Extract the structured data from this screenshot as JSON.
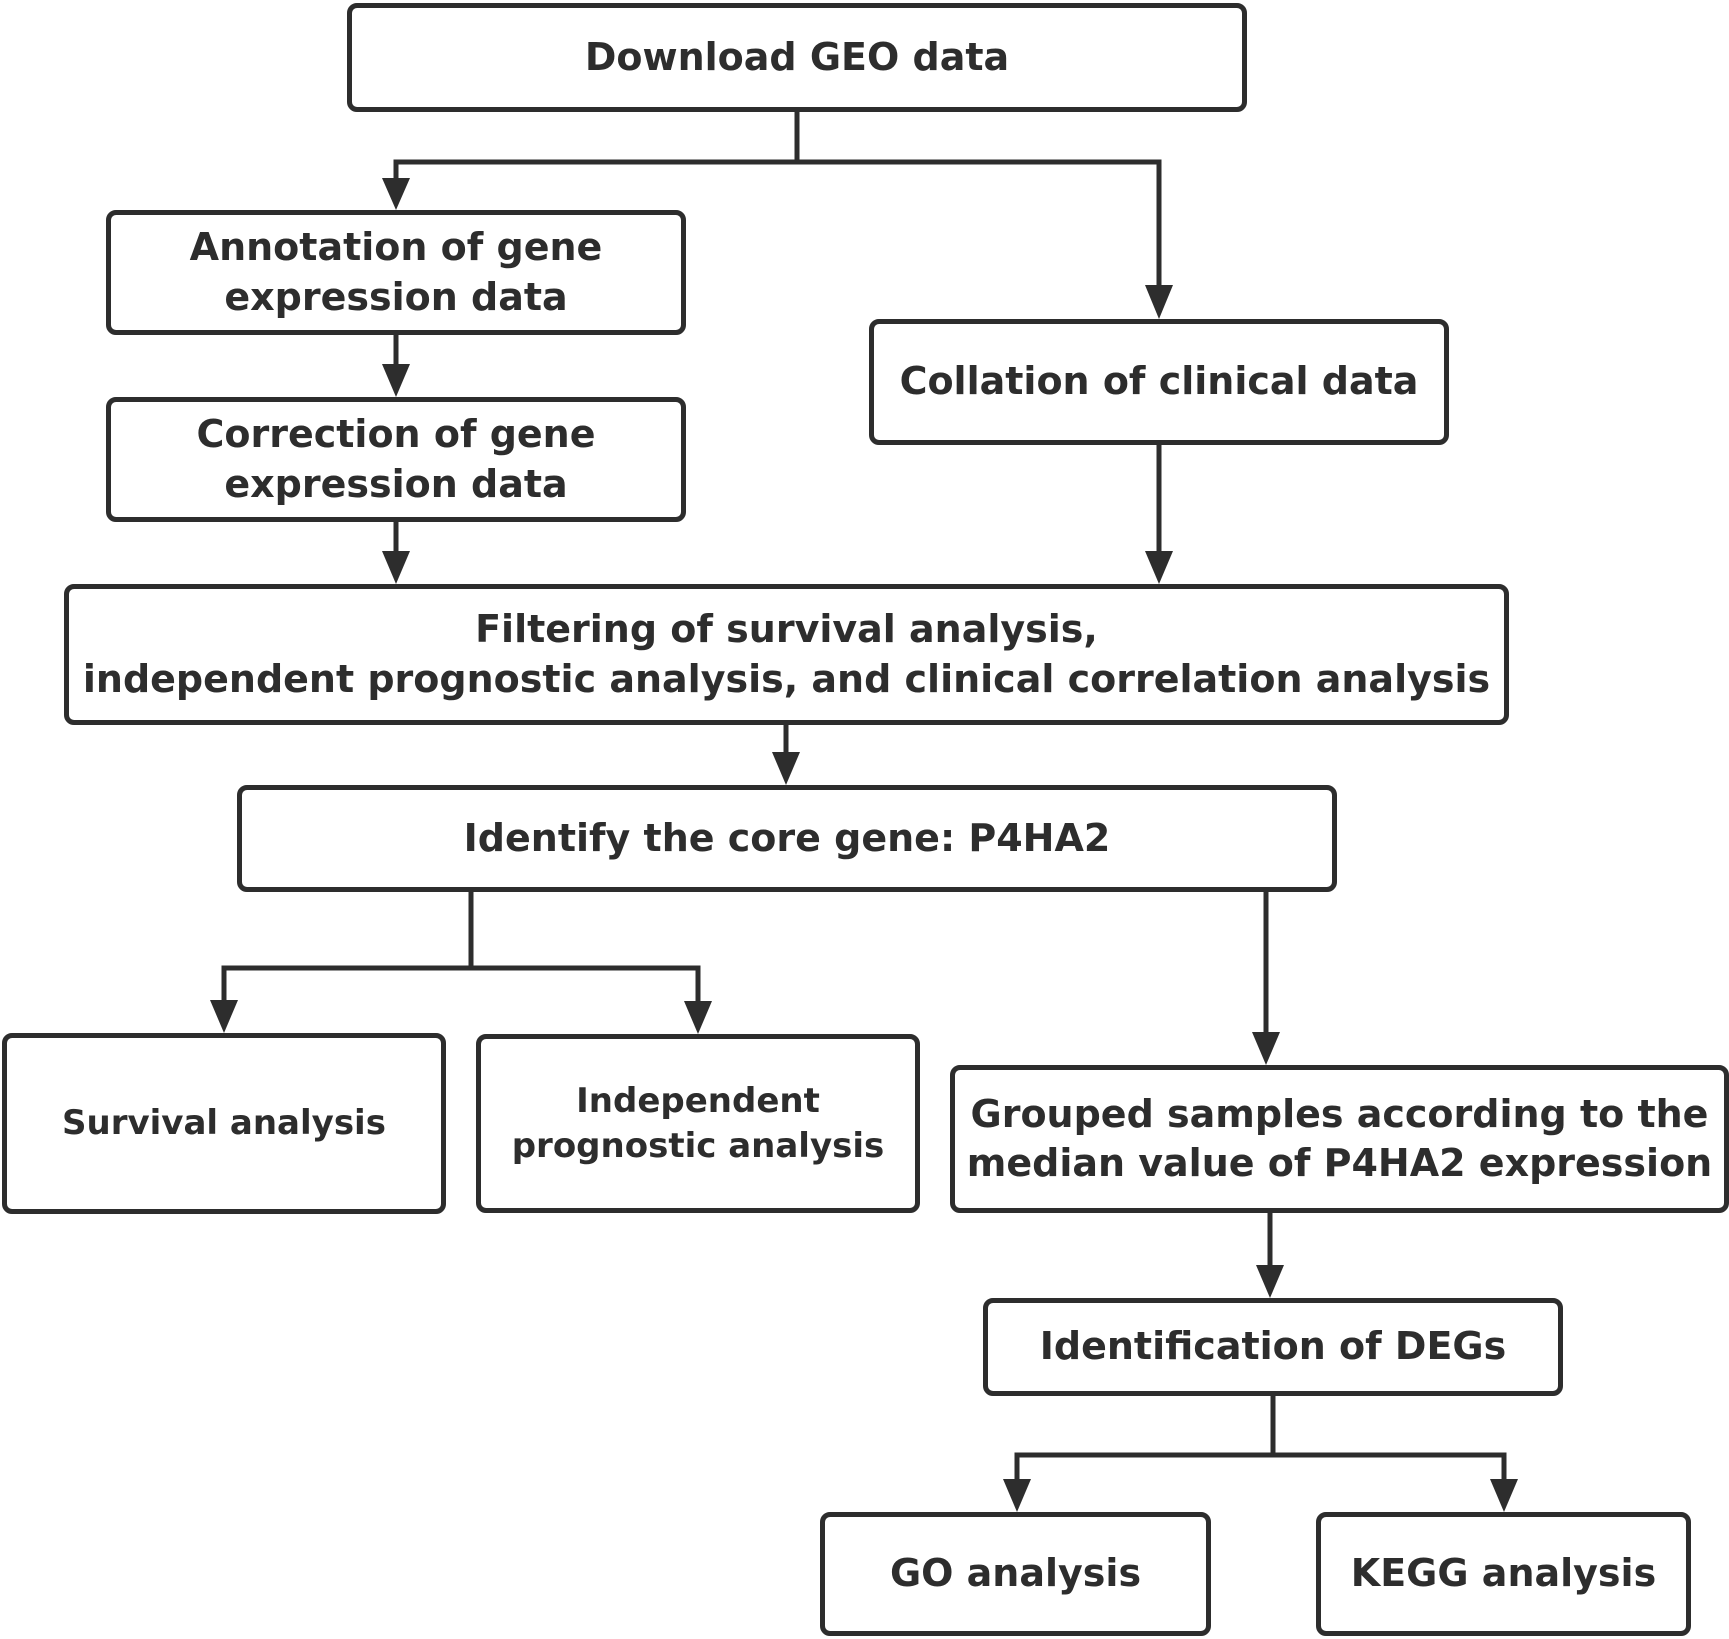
{
  "diagram": {
    "nodes": {
      "download": "Download GEO data",
      "annotation": "Annotation of gene\nexpression data",
      "correction": "Correction of gene\nexpression data",
      "clinical": "Collation of clinical data",
      "filtering": "Filtering of survival analysis,\nindependent prognostic analysis, and clinical correlation analysis",
      "identify": "Identify the core gene: P4HA2",
      "survival": "Survival analysis",
      "independent": "Independent\nprognostic analysis",
      "grouped": "Grouped samples according to the\nmedian value of P4HA2 expression",
      "degs": "Identification of DEGs",
      "go": "GO analysis",
      "kegg": "KEGG analysis"
    },
    "edges": [
      {
        "from": "download",
        "to": "annotation"
      },
      {
        "from": "download",
        "to": "clinical"
      },
      {
        "from": "annotation",
        "to": "correction"
      },
      {
        "from": "correction",
        "to": "filtering"
      },
      {
        "from": "clinical",
        "to": "filtering"
      },
      {
        "from": "filtering",
        "to": "identify"
      },
      {
        "from": "identify",
        "to": "survival"
      },
      {
        "from": "identify",
        "to": "independent"
      },
      {
        "from": "identify",
        "to": "grouped"
      },
      {
        "from": "grouped",
        "to": "degs"
      },
      {
        "from": "degs",
        "to": "go"
      },
      {
        "from": "degs",
        "to": "kegg"
      }
    ],
    "line_color": "#2d2d2d"
  }
}
